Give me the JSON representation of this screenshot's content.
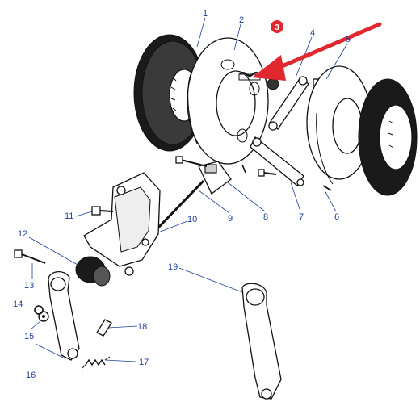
{
  "diagram": {
    "callouts": [
      "1",
      "2",
      "4",
      "5",
      "6",
      "7",
      "8",
      "9",
      "10",
      "11",
      "12",
      "13",
      "14",
      "15",
      "16",
      "17",
      "18",
      "19"
    ],
    "highlight": {
      "label": "3",
      "color": "#e0282e"
    },
    "colors": {
      "label": "#1f3f9a",
      "ink": "#111111",
      "arrow": "#e0282e"
    }
  }
}
